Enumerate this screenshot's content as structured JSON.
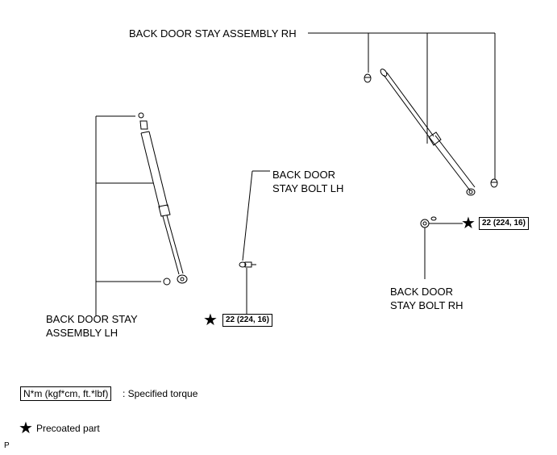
{
  "labels": {
    "stay_rh": "BACK DOOR STAY ASSEMBLY RH",
    "stay_lh_line1": "BACK DOOR STAY",
    "stay_lh_line2": "ASSEMBLY LH",
    "bolt_lh_line1": "BACK DOOR",
    "bolt_lh_line2": "STAY BOLT LH",
    "bolt_rh_line1": "BACK DOOR",
    "bolt_rh_line2": "STAY BOLT RH"
  },
  "torque": {
    "lh": "22 (224, 16)",
    "rh": "22 (224, 16)"
  },
  "legend": {
    "torque_box": "N*m (kgf*cm, ft.*lbf)",
    "torque_desc": ": Specified torque",
    "precoat_desc": "Precoated part"
  },
  "corner_code": "P",
  "icons": {
    "precoat": "star-icon"
  }
}
